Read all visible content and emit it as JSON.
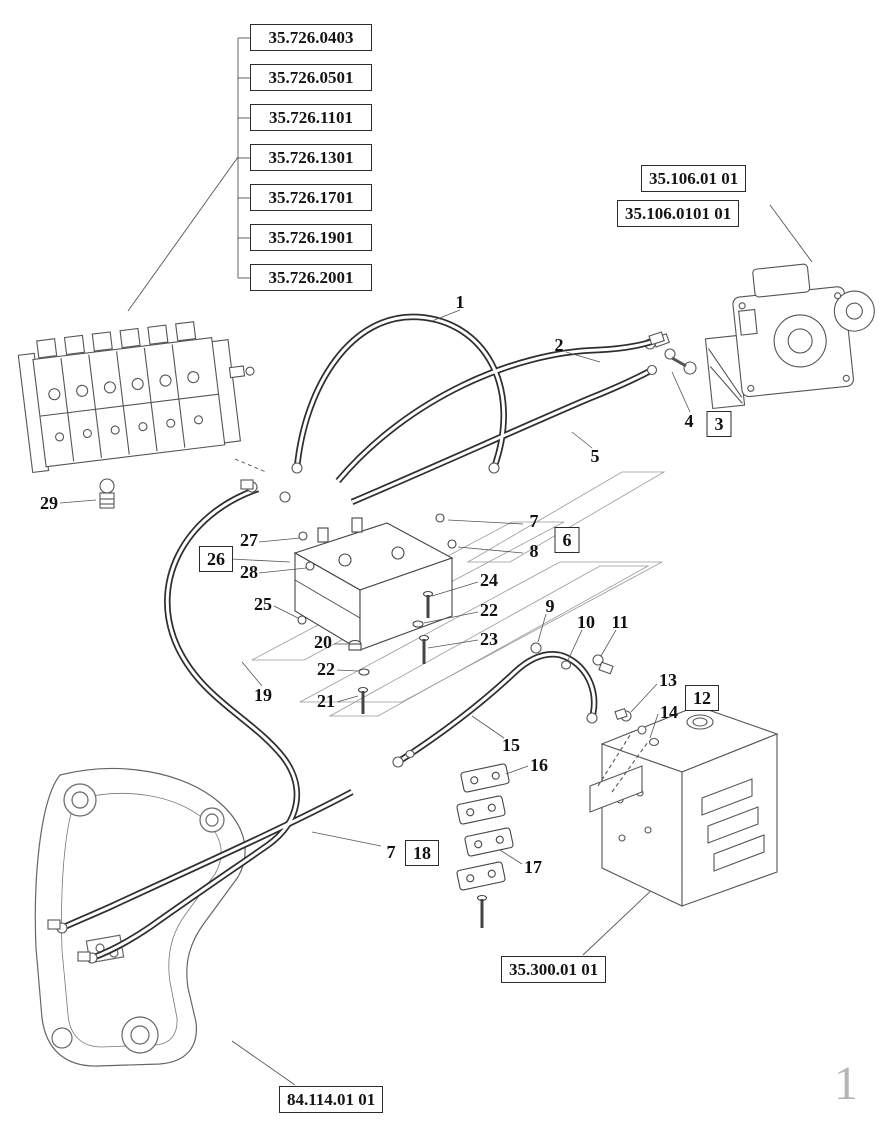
{
  "page": {
    "number": "1"
  },
  "references": {
    "left_stack": [
      "35.726.0403",
      "35.726.0501",
      "35.726.1101",
      "35.726.1301",
      "35.726.1701",
      "35.726.1901",
      "35.726.2001"
    ],
    "pump": [
      "35.106.01 01",
      "35.106.0101 01"
    ],
    "tank": "35.300.01 01",
    "frame": "84.114.01 01"
  },
  "callouts": {
    "n1": "1",
    "n2": "2",
    "n3": "3",
    "n4": "4",
    "n5": "5",
    "n6": "6",
    "n7a": "7",
    "n7b": "7",
    "n8": "8",
    "n9": "9",
    "n10": "10",
    "n11": "11",
    "n12": "12",
    "n13": "13",
    "n14": "14",
    "n15": "15",
    "n16": "16",
    "n17": "17",
    "n18": "18",
    "n19": "19",
    "n20": "20",
    "n21": "21",
    "n22a": "22",
    "n22b": "22",
    "n23": "23",
    "n24": "24",
    "n25": "25",
    "n26": "26",
    "n27": "27",
    "n28": "28",
    "n29": "29"
  }
}
